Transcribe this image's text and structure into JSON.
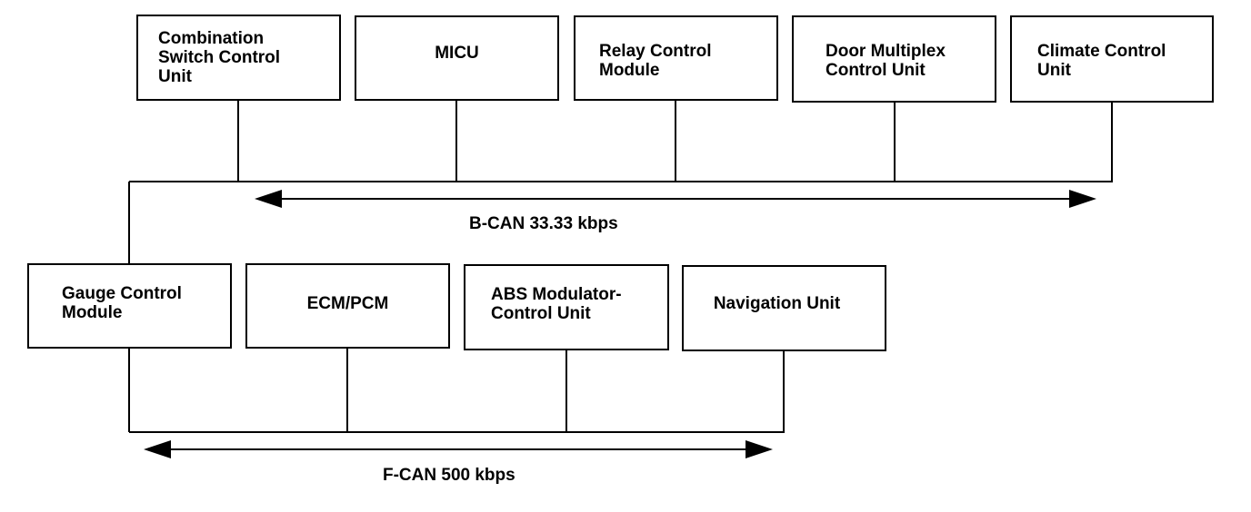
{
  "colors": {
    "line": "#000000",
    "background": "#ffffff"
  },
  "b_can": {
    "label": "B-CAN 33.33 kbps",
    "modules": {
      "combination_switch": "Combination\nSwitch Control\nUnit",
      "micu": "MICU",
      "relay_control": "Relay Control\nModule",
      "door_multiplex": "Door Multiplex\nControl Unit",
      "climate_control": "Climate Control\nUnit"
    }
  },
  "f_can": {
    "label": "F-CAN 500 kbps",
    "modules": {
      "gauge_control": "Gauge Control\nModule",
      "ecm_pcm": "ECM/PCM",
      "abs_modulator": "ABS Modulator-\nControl Unit",
      "navigation": "Navigation Unit"
    }
  }
}
